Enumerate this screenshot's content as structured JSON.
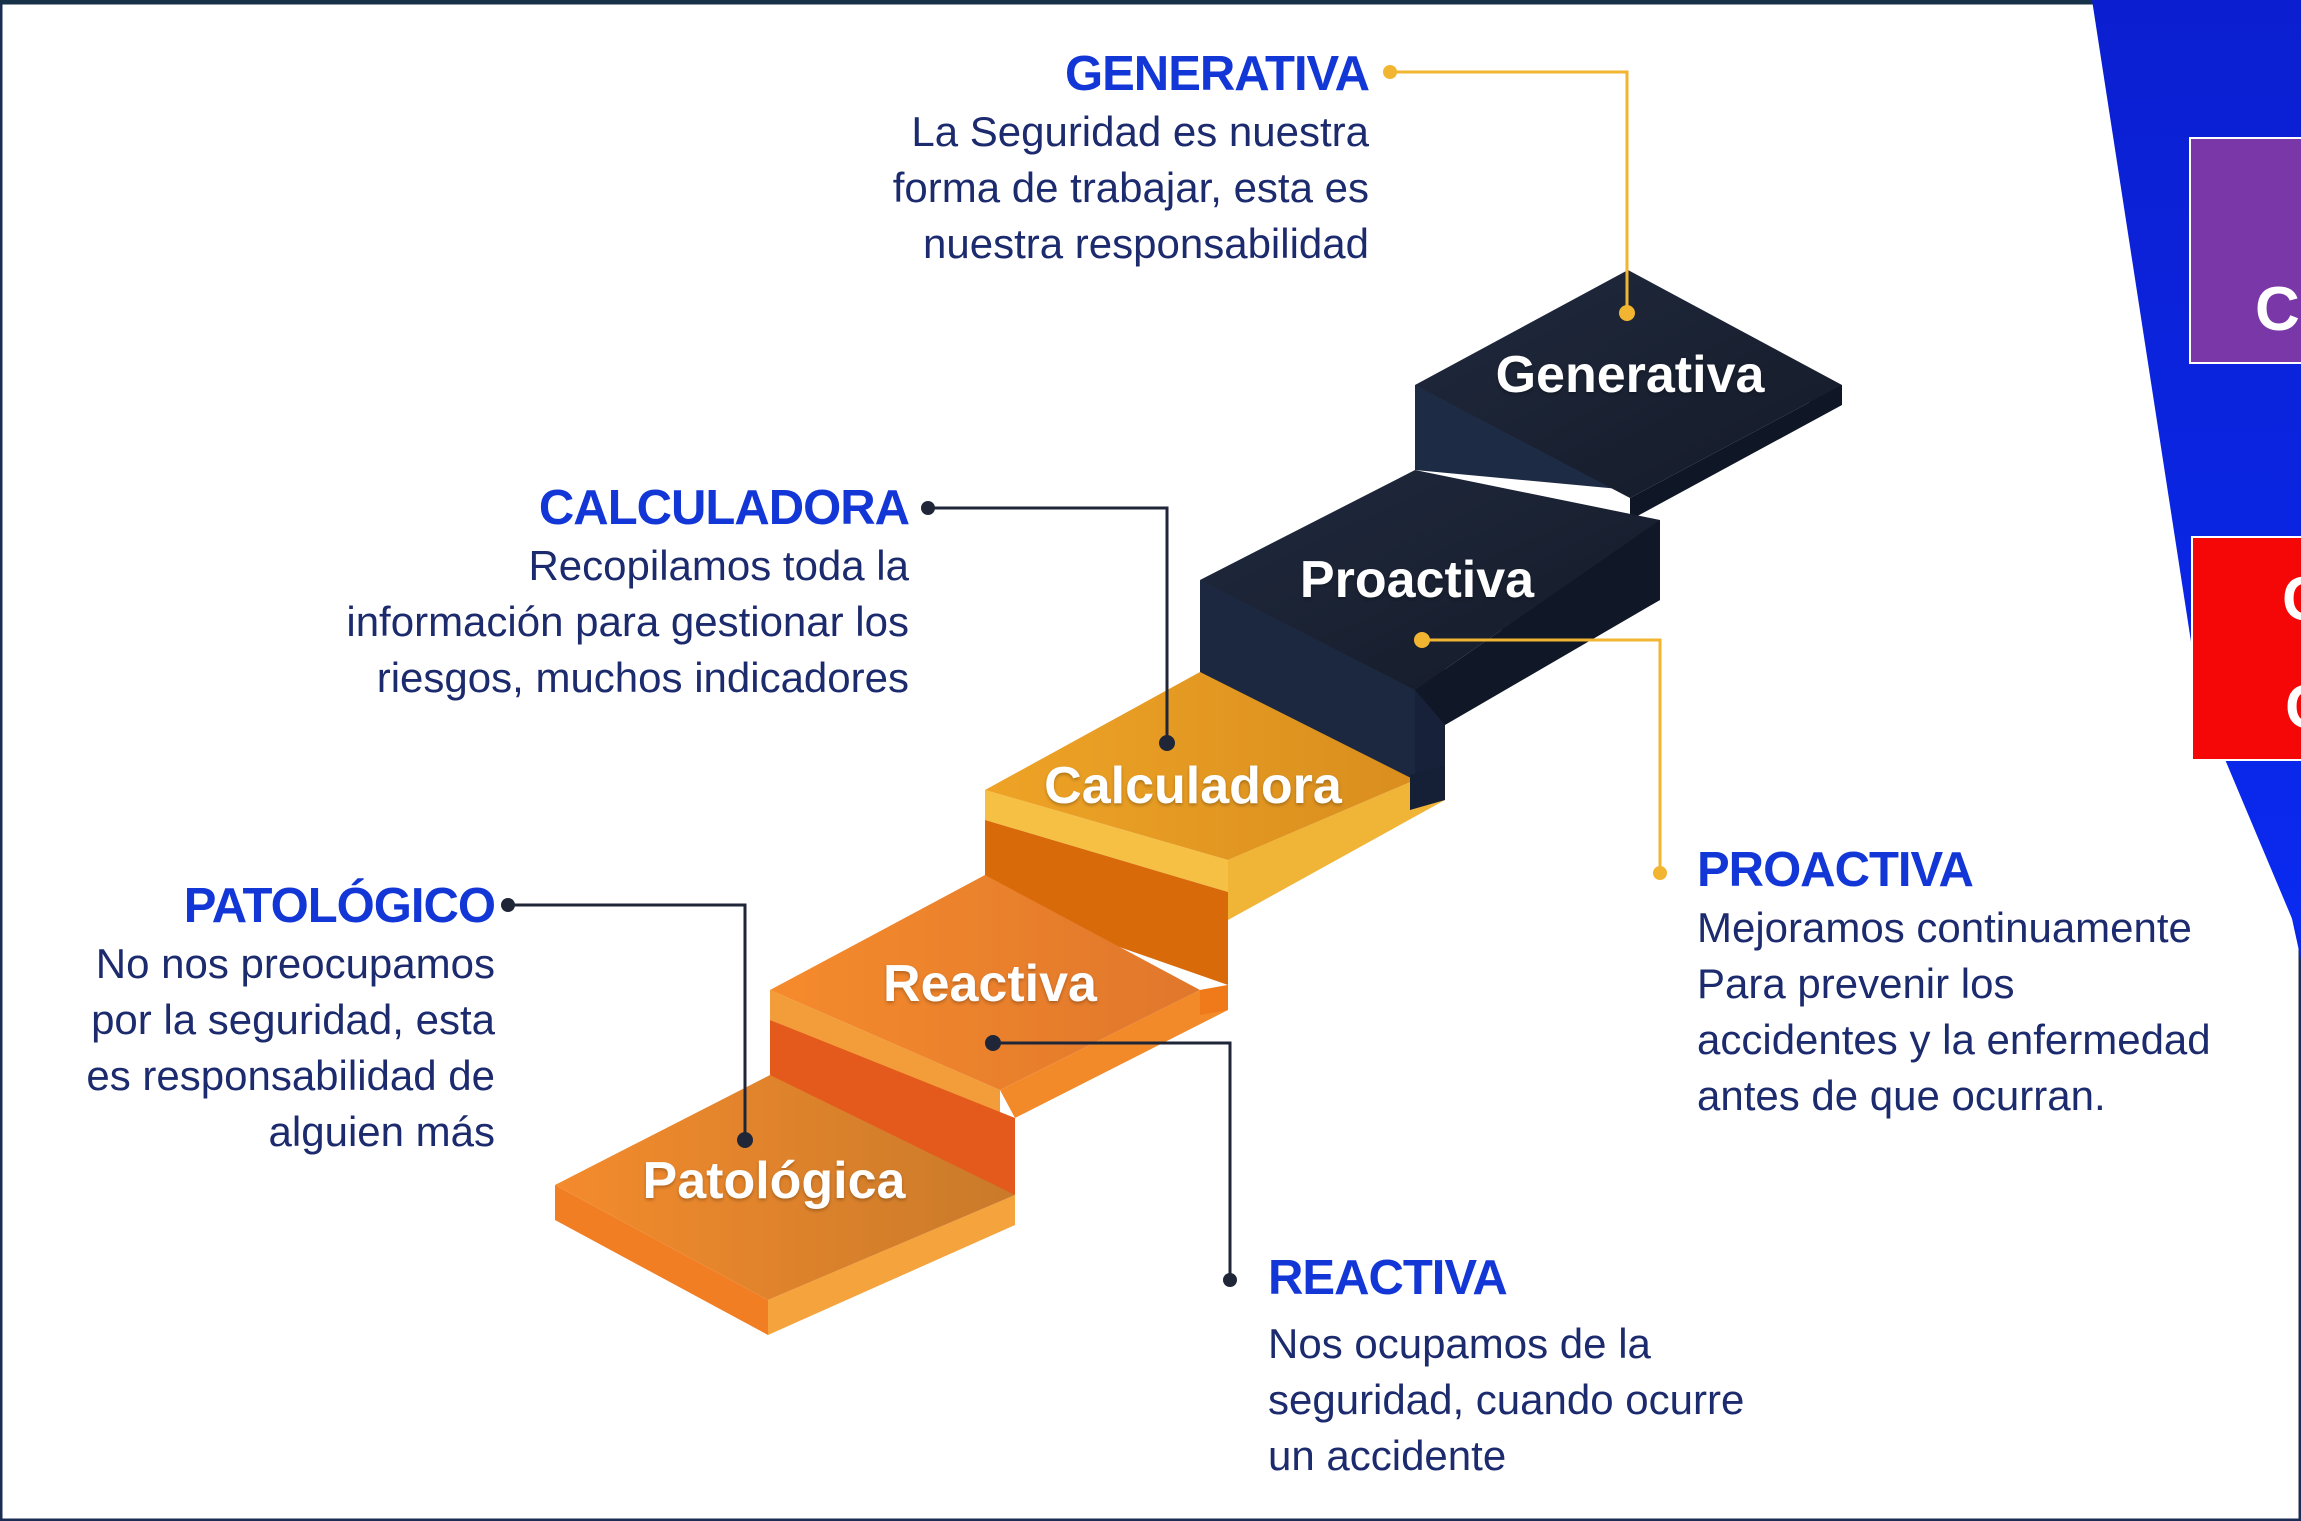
{
  "stages": [
    {
      "key": "generativa",
      "heading": "GENERATIVA",
      "step_label": "Generativa",
      "description": [
        "La Seguridad es nuestra",
        "forma de trabajar, esta es",
        "nuestra responsabilidad"
      ],
      "connector_color": "#f2b531"
    },
    {
      "key": "calculadora",
      "heading": "CALCULADORA",
      "step_label": "Calculadora",
      "description": [
        "Recopilamos toda la",
        "información para gestionar los",
        "riesgos, muchos indicadores"
      ],
      "connector_color": "#1f2638"
    },
    {
      "key": "patologico",
      "heading": "PATOLÓGICO",
      "step_label": "Patológica",
      "description": [
        "No nos preocupamos",
        "por la seguridad, esta",
        "es responsabilidad de",
        "alguien más"
      ],
      "connector_color": "#1f2638"
    },
    {
      "key": "proactiva",
      "heading": "PROACTIVA",
      "step_label": "Proactiva",
      "description": [
        "Mejoramos continuamente",
        "Para prevenir los",
        "accidentes y la enfermedad",
        "antes de que ocurran."
      ],
      "connector_color": "#f2b531"
    },
    {
      "key": "reactiva",
      "heading": "REACTIVA",
      "step_label": "Reactiva",
      "description": [
        "Nos ocupamos de la",
        "seguridad, cuando ocurre",
        "un accidente"
      ],
      "connector_color": "#1f2638"
    }
  ],
  "colors": {
    "heading_blue": "#1336d6",
    "body_navy": "#1c2a6e",
    "step_dark": "#1b2436",
    "step_calculadora": "#efa325",
    "step_orange": "#f07c22",
    "side_banner_blue": "#0b22e0",
    "side_box_purple": "#7a37a8",
    "side_box_red": "#f50707"
  },
  "side_panel": {
    "purple_box_glyphs": "C",
    "red_box_glyphs": [
      "C",
      "C"
    ]
  }
}
